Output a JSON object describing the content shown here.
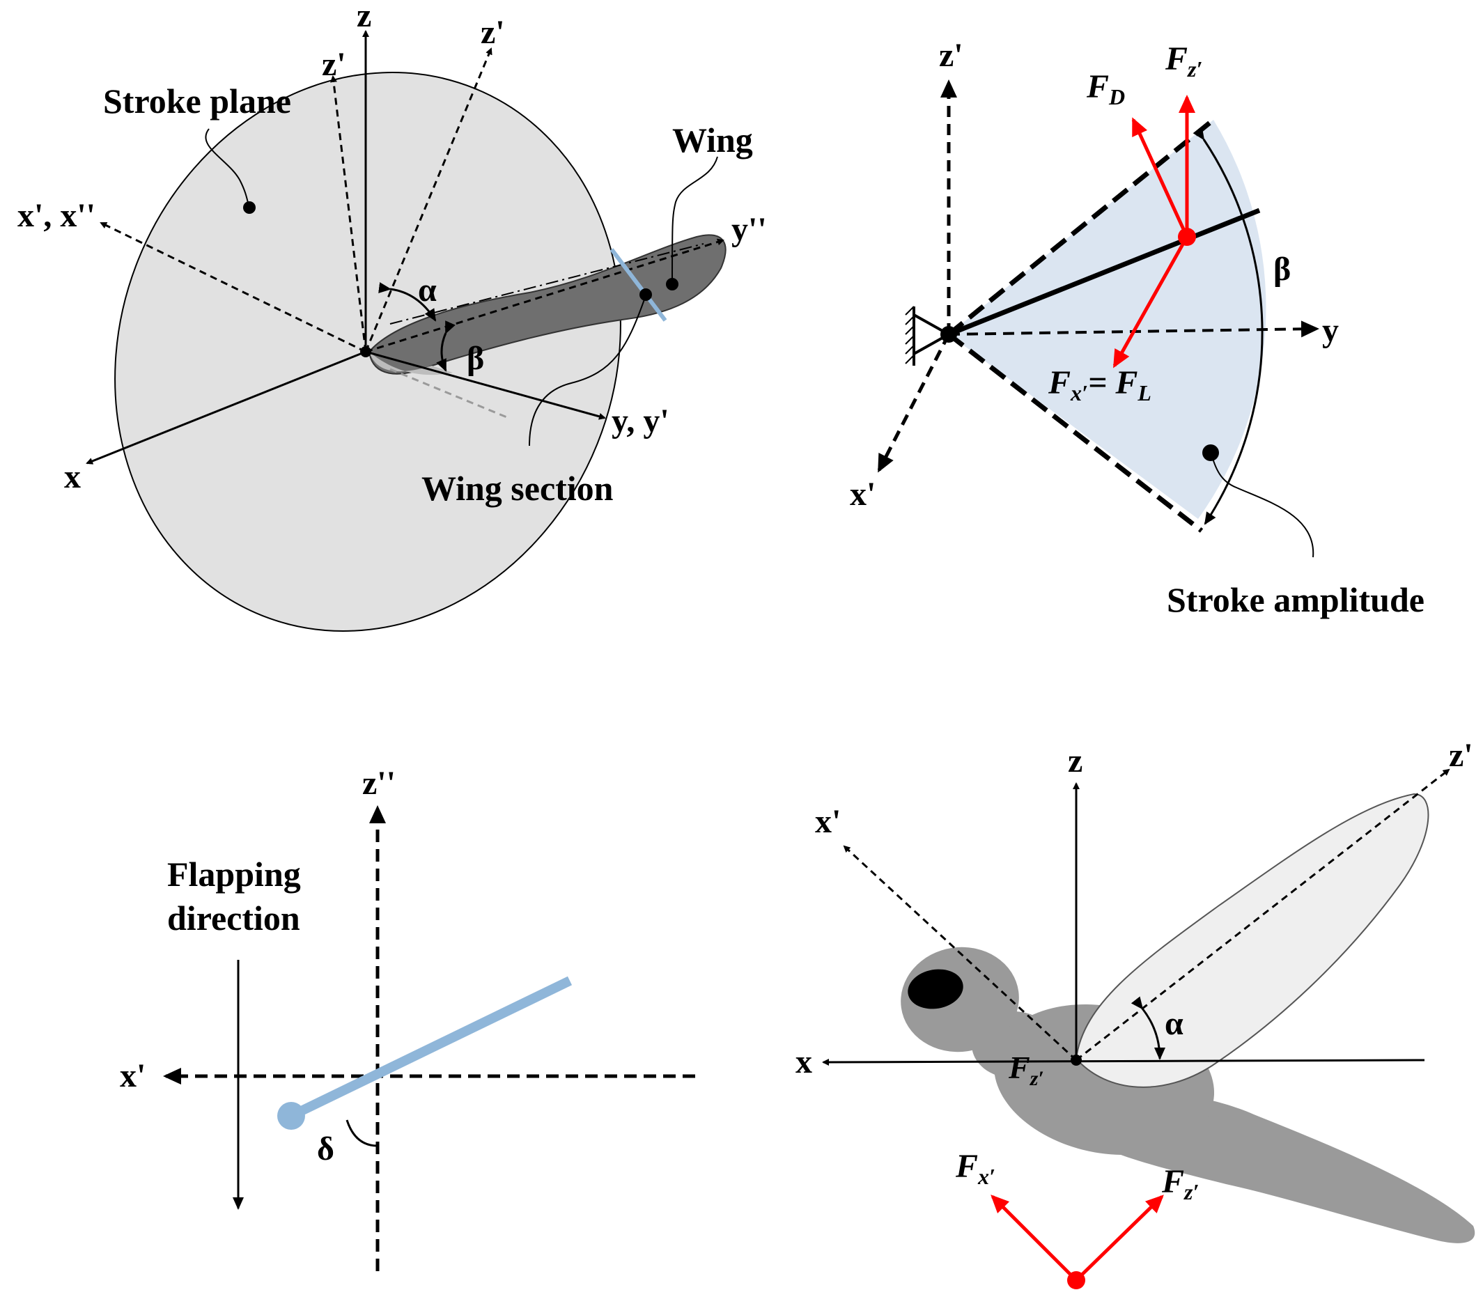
{
  "panel_a": {
    "stroke_plane": "Stroke plane",
    "wing": "Wing",
    "wing_section": "Wing section",
    "axis_z": "z",
    "axis_z_prime_1": "z'",
    "axis_z_prime_2": "z'",
    "axis_x_prime_x2": "x', x''",
    "axis_y_doubleprime": "y''",
    "axis_y_yprime": "y, y'",
    "axis_x": "x",
    "angle_alpha": "α",
    "angle_beta": "β"
  },
  "panel_b": {
    "axis_z_prime": "z'",
    "axis_y": "y",
    "axis_x_prime": "x'",
    "force_d": "F",
    "force_d_sub": "D",
    "force_z": "F",
    "force_z_sub": "z′",
    "force_x": "F",
    "force_x_sub": "x′",
    "force_eq": "= F",
    "force_l_sub": "L",
    "angle_beta": "β",
    "stroke_amplitude": "Stroke amplitude"
  },
  "panel_c": {
    "axis_z_doubleprime": "z''",
    "axis_x_prime": "x'",
    "flapping_line1": "Flapping",
    "flapping_line2": "direction",
    "angle_delta": "δ"
  },
  "panel_d": {
    "axis_z": "z",
    "axis_z_prime": "z'",
    "axis_x_prime": "x'",
    "axis_x": "x",
    "angle_alpha": "α",
    "force_z_center": "F",
    "force_z_center_sub": "z′",
    "force_x": "F",
    "force_x_sub": "x′",
    "force_z": "F",
    "force_z_sub": "z′"
  },
  "colors": {
    "stroke_plane_fill": "#e1e1e1",
    "wing_fill": "#6f6f6f",
    "wing_section": "#8fb6d9",
    "sector_fill": "#dbe5f1",
    "force_red": "#ff0000",
    "dragonfly_body": "#9a9a9a",
    "dragonfly_wing": "#efefef"
  }
}
